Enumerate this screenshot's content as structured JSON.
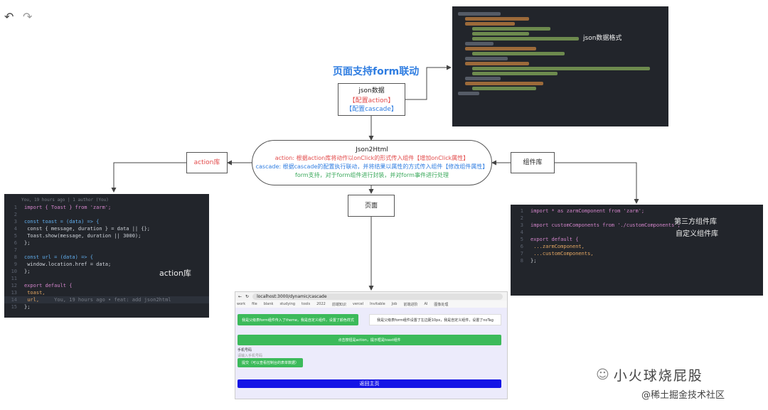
{
  "toolbar": {
    "undo_icon": "undo-icon",
    "redo_icon": "redo-icon"
  },
  "diagram_title": "页面支持form联动",
  "json_box": {
    "title": "json数据",
    "line1": "【配置action】",
    "line2": "【配置cascade】"
  },
  "json2html": {
    "title": "Json2Html",
    "line1": "action: 根据action库将动作以onClick的形式传入组件【增加onClick属性】",
    "line2": "cascade: 根据cascade的配置执行联动，并将结果以属性的方式传入组件【修改组件属性】",
    "line3": "form支持，对于form组件进行封装，并对form事件进行处理"
  },
  "action_box": "action库",
  "component_box": "组件库",
  "page_box": "页面",
  "annotations": {
    "json_format": "json数据格式",
    "action_lib": "action库",
    "third_party": "第三方组件库",
    "custom": "自定义组件库"
  },
  "action_code": {
    "blame": "You, 19 hours ago | 1 author (You)",
    "l1": "import { Toast } from 'zarm';",
    "l3": "const toast = (data) => {",
    "l4": "  const { message, duration } = data || {};",
    "l5": "  Toast.show(message, duration || 3000);",
    "l6": "};",
    "l8": "const url = (data) => {",
    "l9": "  window.location.href = data;",
    "l10": "};",
    "l12": "export default {",
    "l13": "  toast,",
    "l14": "  url,",
    "l14_hint": "You, 19 hours ago • feat: add json2html",
    "l15": "};"
  },
  "component_code": {
    "l1": "import * as zarmComponent from 'zarm';",
    "l3": "import customComponents from './customComponents';",
    "l5": "export default {",
    "l6": "  ...zarmComponent,",
    "l7": "  ...customComponents,",
    "l8": "};"
  },
  "browser": {
    "url": "localhost:3000/dynamic/cascade",
    "bookmarks": [
      "work",
      "file",
      "blank",
      "studying",
      "tools",
      "2022",
      "前端知识",
      "vercel",
      "Invitable",
      "Job",
      "前端进阶",
      "AI",
      "图像处理"
    ],
    "green_btn_top": "我是父级表form组件传入了theme，我是自定义组件，设置了颜色样式",
    "white_btn_top": "我是父级表form组件设置了左边距10px，我是自定义组件，设置了noTag",
    "wide_green_btn": "点击按钮是action，提示框是toast组件",
    "field_label": "手机号码",
    "field_placeholder": "请输入手机号码",
    "small_green_btn": "提交（可以查看控制台的表单数据）",
    "blue_btn": "返回主页"
  },
  "watermark": {
    "line1": "小火球烧屁股",
    "line2": "@稀土掘金技术社区"
  }
}
